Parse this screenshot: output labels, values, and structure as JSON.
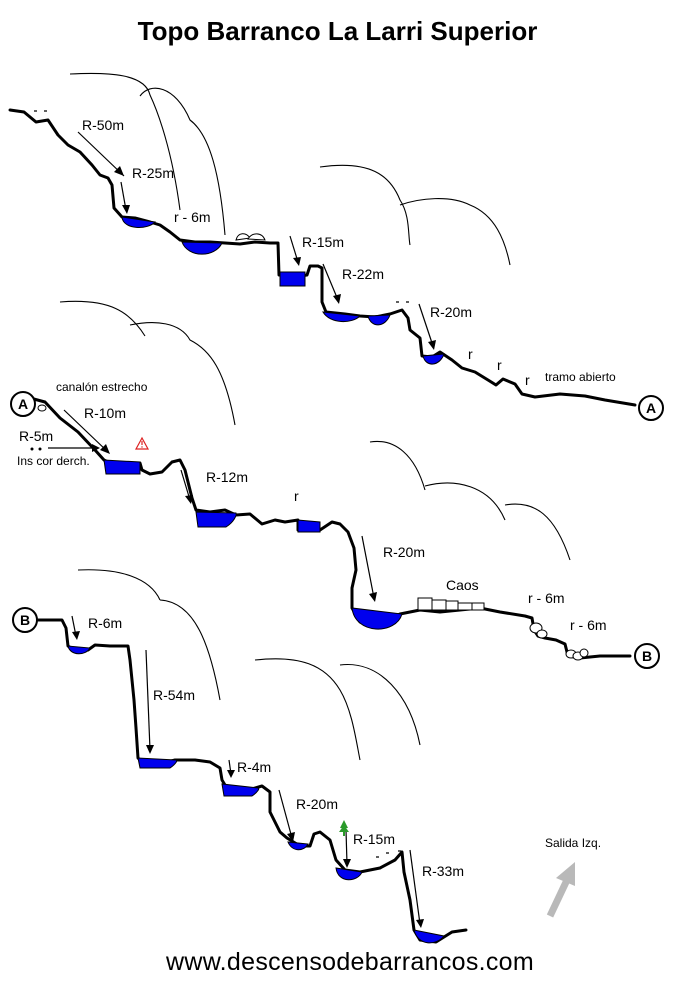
{
  "title": "Topo Barranco La Larri Superior",
  "footer": "www.descensodebarrancos.com",
  "colors": {
    "water": "#0000ee",
    "line": "#000000",
    "warning": "#dd2222",
    "tree": "#2a9a2a",
    "exit_arrow": "#b9b9b9"
  },
  "icons": [
    "warning-triangle-icon",
    "tree-icon",
    "exit-arrow-icon"
  ],
  "connectors": {
    "a": "A",
    "b": "B"
  },
  "section1": {
    "r1": "R-50m",
    "r2": "R-25m",
    "r3": "r - 6m",
    "r4": "R-15m",
    "r5": "R-22m",
    "r6": "R-20m",
    "r7": "r",
    "r8": "r",
    "r9": "r",
    "end": "tramo abierto"
  },
  "section2": {
    "note1": "canalón estrecho",
    "r1": "R-10m",
    "r2": "R-5m",
    "note2": "Ins cor derch.",
    "r3": "R-12m",
    "r4": "r",
    "r5": "R-20m",
    "caos": "Caos",
    "r6": "r - 6m",
    "r7": "r - 6m"
  },
  "section3": {
    "r1": "R-6m",
    "r2": "R-54m",
    "r3": "R-4m",
    "r4": "R-20m",
    "r5": "R-15m",
    "r6": "R-33m",
    "exit": "Salida Izq."
  }
}
